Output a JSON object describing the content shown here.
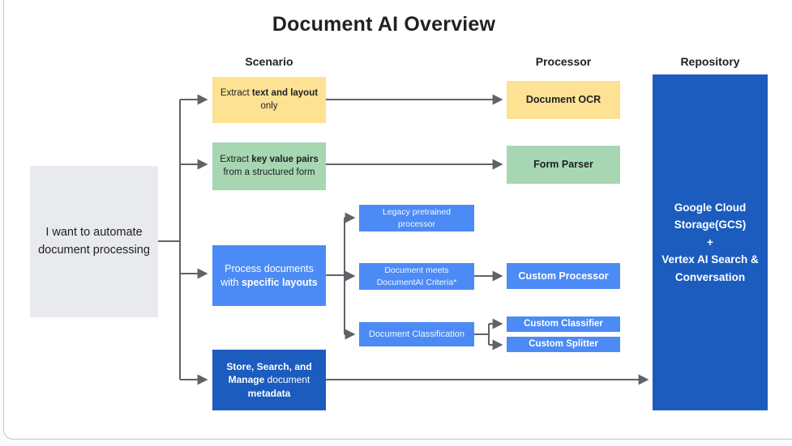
{
  "title": "Document AI Overview",
  "columns": {
    "scenario": "Scenario",
    "processor": "Processor",
    "repository": "Repository"
  },
  "intent": {
    "text": "I want to automate document processing"
  },
  "scenario_extract_text": {
    "segments": [
      {
        "t": "Extract ",
        "b": false
      },
      {
        "t": "text and layout",
        "b": true
      },
      {
        "t": " only",
        "b": false
      }
    ]
  },
  "processor_ocr": {
    "label": "Document OCR"
  },
  "scenario_extract_kv": {
    "segments": [
      {
        "t": "Extract ",
        "b": false
      },
      {
        "t": "key value pairs",
        "b": true
      },
      {
        "t": " from a structured form",
        "b": false
      }
    ]
  },
  "processor_form_parser": {
    "label": "Form Parser"
  },
  "scenario_layouts": {
    "segments": [
      {
        "t": "Process documents with ",
        "b": false
      },
      {
        "t": "specific layouts",
        "b": true
      }
    ]
  },
  "branch_legacy": {
    "label": "Legacy pretrained processor"
  },
  "branch_criteria": {
    "label": "Document meets DocumentAI Criteria*"
  },
  "processor_custom": {
    "label": "Custom Processor"
  },
  "branch_classification": {
    "label": "Document Classification"
  },
  "processor_classifier": {
    "label": "Custom Classifier"
  },
  "processor_splitter": {
    "label": "Custom Splitter"
  },
  "scenario_store": {
    "segments": [
      {
        "t": "Store, Search, and Manage",
        "b": true
      },
      {
        "t": " document ",
        "b": false
      },
      {
        "t": "metadata",
        "b": true
      }
    ]
  },
  "repository_box": {
    "lines": [
      "Google Cloud Storage(GCS)",
      "+",
      "Vertex AI Search & Conversation"
    ]
  },
  "colors": {
    "yellow": "#fde293",
    "green": "#a6d7b2",
    "blue": "#4c8bf5",
    "dark_blue": "#1b5cbe",
    "gray_box": "#e8eaed",
    "arrow": "#5f6368"
  }
}
